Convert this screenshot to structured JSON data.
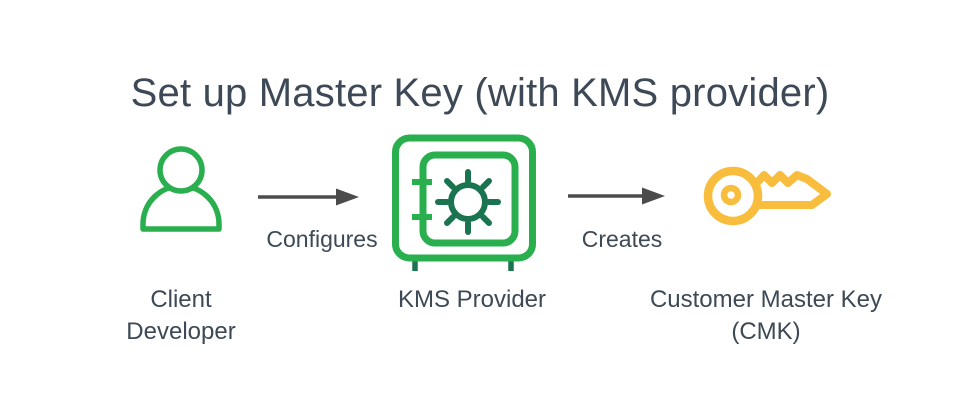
{
  "title": "Set up Master Key (with KMS provider)",
  "colors": {
    "background": "#ffffff",
    "text": "#3d4956",
    "arrow": "#4b4b4b",
    "green": "#29af4d",
    "green_dark": "#1a7450",
    "yellow": "#f9bd3e"
  },
  "nodes": [
    {
      "id": "client-developer",
      "label": "Client Developer",
      "icon": "person-icon",
      "icon_color": "#29af4d"
    },
    {
      "id": "kms-provider",
      "label": "KMS Provider",
      "icon": "vault-icon",
      "icon_color": "#29af4d"
    },
    {
      "id": "customer-master-key",
      "label": "Customer Master Key (CMK)",
      "icon": "key-icon",
      "icon_color": "#f9bd3e"
    }
  ],
  "edges": [
    {
      "from": "client-developer",
      "to": "kms-provider",
      "label": "Configures"
    },
    {
      "from": "kms-provider",
      "to": "customer-master-key",
      "label": "Creates"
    }
  ]
}
